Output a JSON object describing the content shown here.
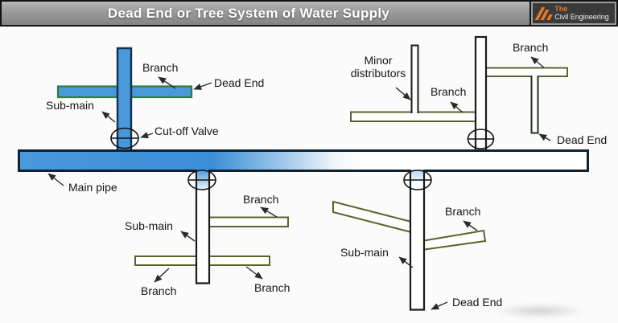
{
  "header": {
    "title": "Dead End or Tree System of Water Supply",
    "logo": {
      "brand_top": "The",
      "brand_bottom": "Civil Engineering",
      "orange": "#e87a25"
    }
  },
  "diagram": {
    "labels": {
      "left_branch": "Branch",
      "left_dead_end": "Dead End",
      "left_sub_main": "Sub-main",
      "cut_off_valve": "Cut-off Valve",
      "main_pipe": "Main pipe",
      "minor_line1": "Minor",
      "minor_line2": "distributors",
      "tr_branch_mid": "Branch",
      "tr_branch_right": "Branch",
      "tr_dead_end": "Dead End",
      "bm_sub_main": "Sub-main",
      "bm_branch_top": "Branch",
      "bm_branch_left": "Branch",
      "bm_branch_right": "Branch",
      "br_branch": "Branch",
      "br_sub_main": "Sub-main",
      "br_dead_end": "Dead End"
    },
    "colors": {
      "pipe_fill_blue": "#4a98dc",
      "main_pipe_blue": "#3c8ed8",
      "branch_green": "#2f7d3c",
      "olive_outline": "#55662c",
      "outline_navy": "#15304a",
      "outline_dark": "#1a1a1a"
    }
  }
}
